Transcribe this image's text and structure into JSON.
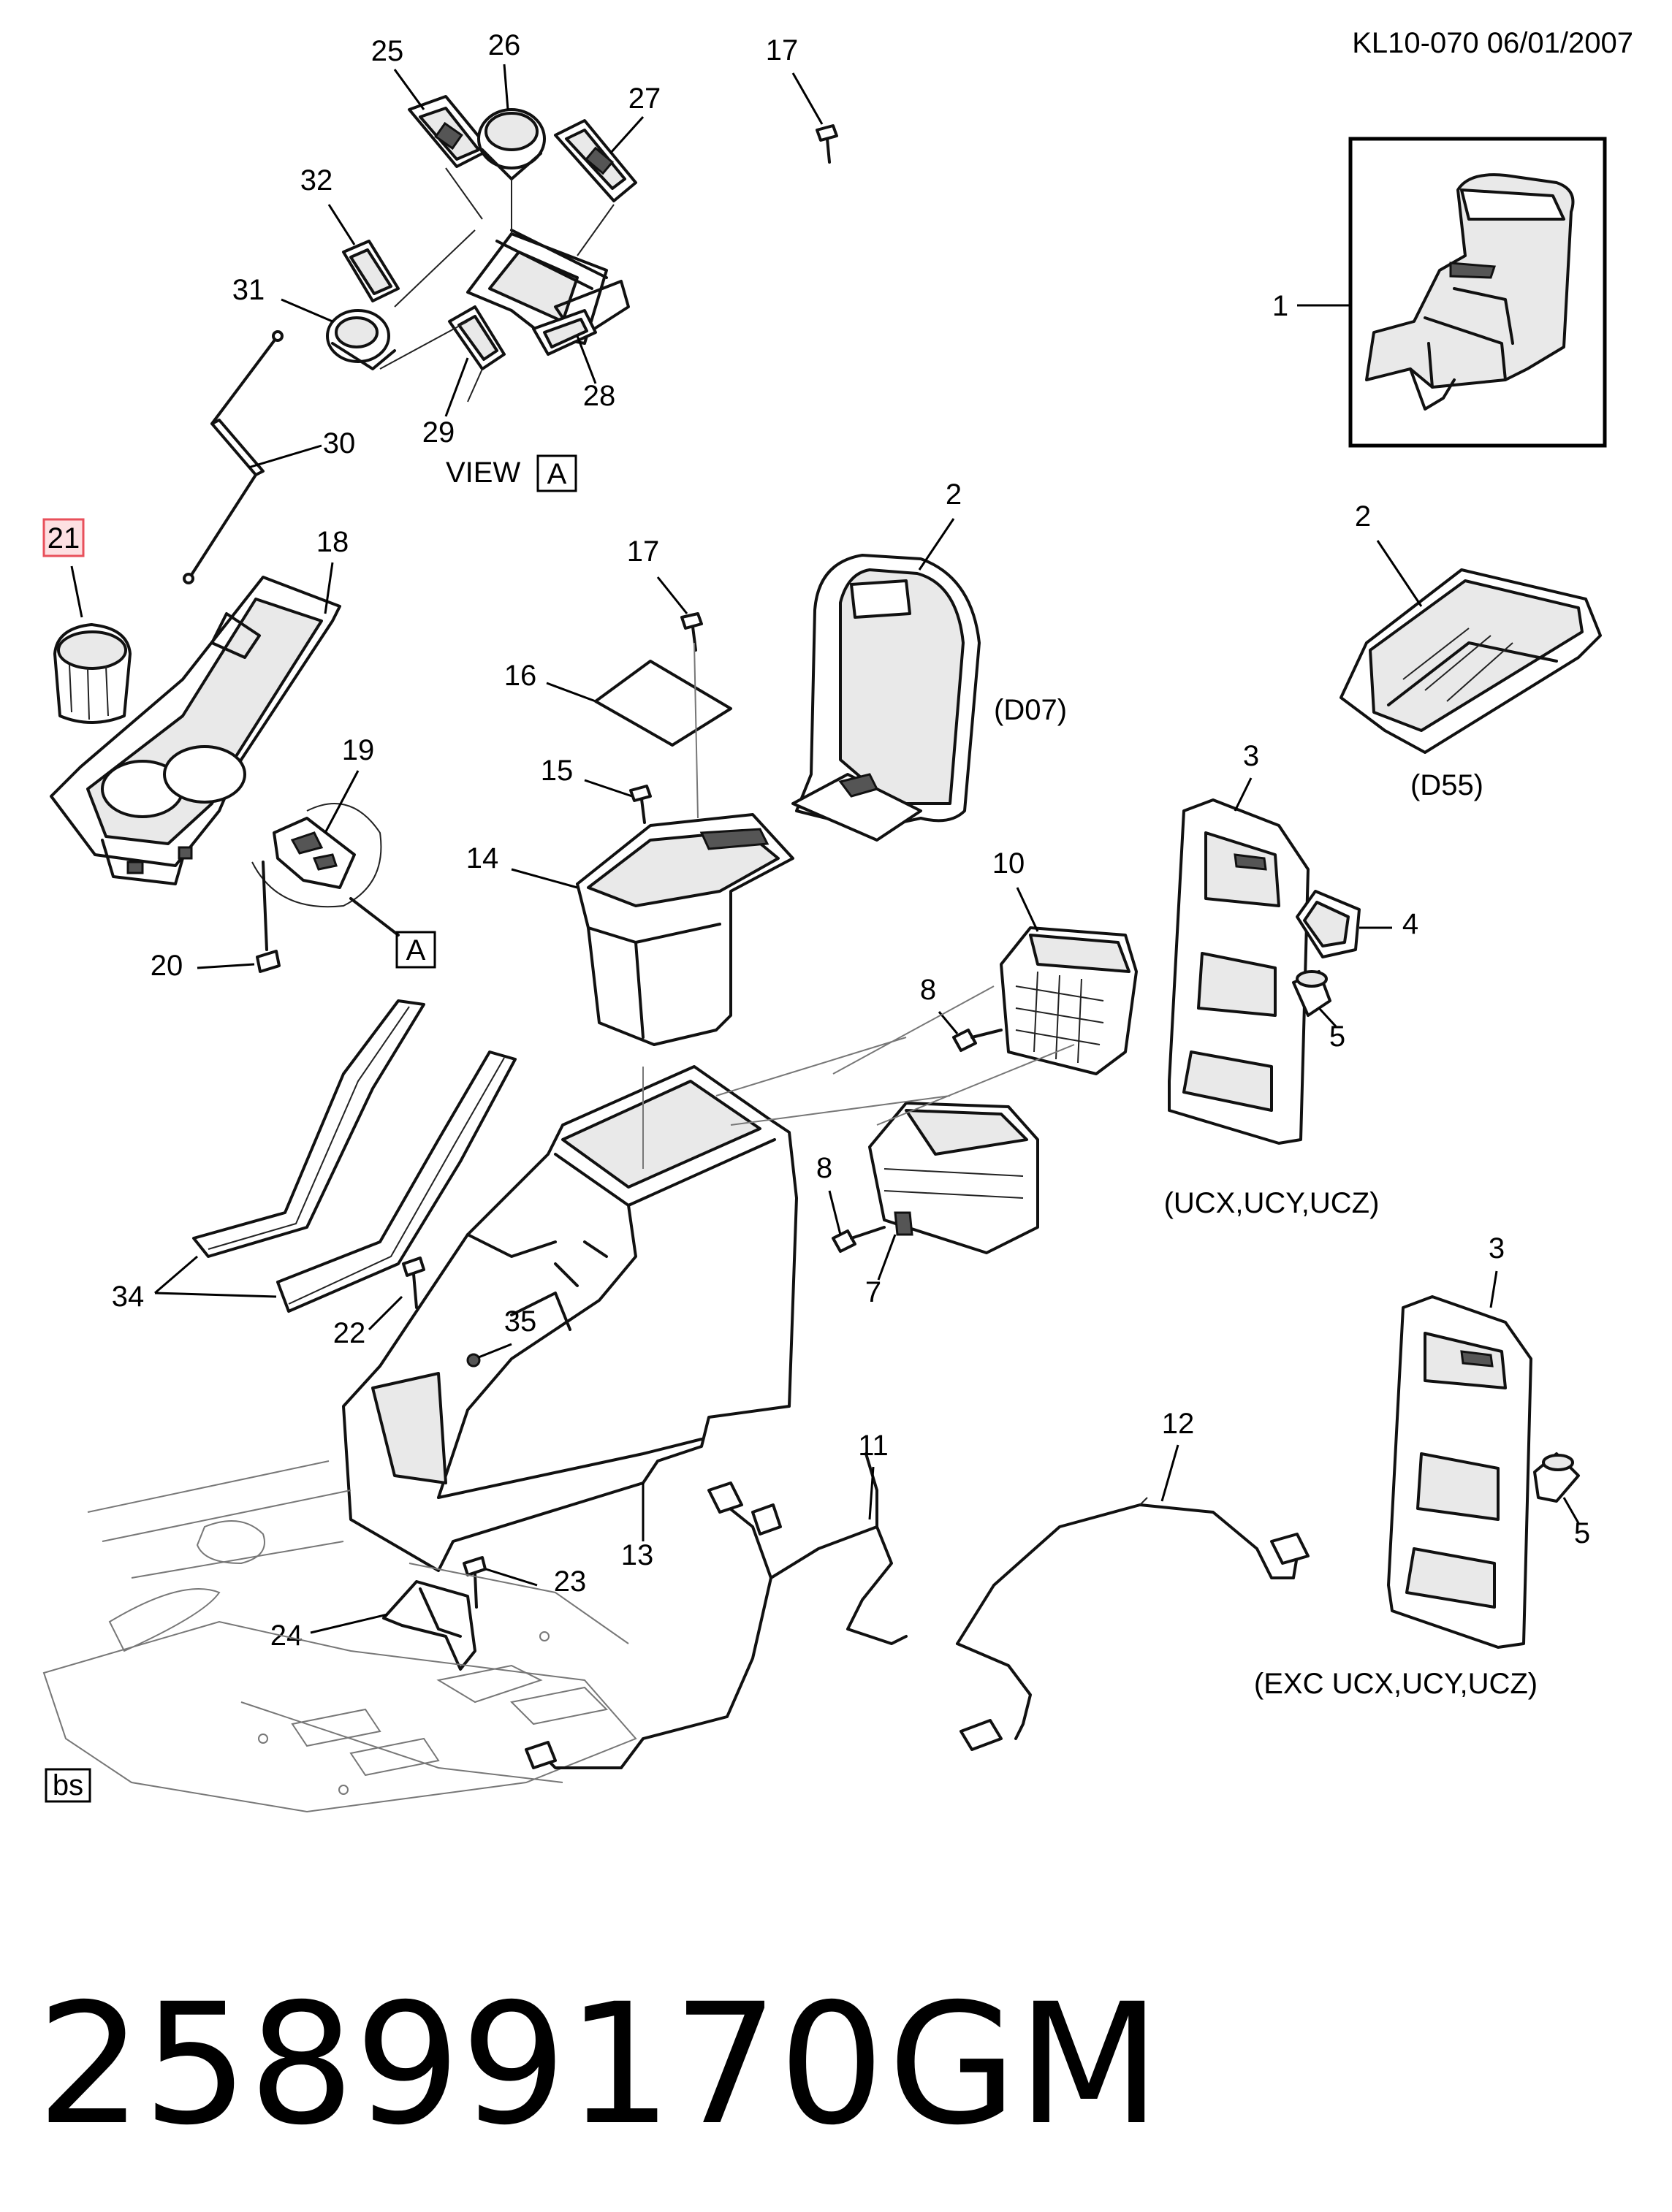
{
  "header": {
    "code_date": "KL10-070  06/01/2007"
  },
  "view": {
    "label": "VIEW",
    "letter": "A",
    "callout_letter": "A"
  },
  "callouts": {
    "c1": "1",
    "c2a": "2",
    "c2b": "2",
    "c3a": "3",
    "c3b": "3",
    "c4": "4",
    "c5a": "5",
    "c5b": "5",
    "c7": "7",
    "c8a": "8",
    "c8b": "8",
    "c10": "10",
    "c11": "11",
    "c12": "12",
    "c13": "13",
    "c14": "14",
    "c15": "15",
    "c16": "16",
    "c17a": "17",
    "c17b": "17",
    "c18": "18",
    "c19": "19",
    "c20": "20",
    "c21": "21",
    "c22": "22",
    "c23": "23",
    "c24": "24",
    "c25": "25",
    "c26": "26",
    "c27": "27",
    "c28": "28",
    "c29": "29",
    "c30": "30",
    "c31": "31",
    "c32": "32",
    "c34": "34",
    "c35": "35"
  },
  "option_codes": {
    "d07": "(D07)",
    "d55": "(D55)",
    "ucx": "(UCX,UCY,UCZ)",
    "exc_ucx": "(EXC UCX,UCY,UCZ)"
  },
  "corner_tag": "bs",
  "footer": {
    "part_number": "25899170",
    "brand": "GM"
  },
  "colors": {
    "highlight_box": "#e8505b",
    "highlight_fill": "#fde0e2",
    "line": "#111111"
  }
}
